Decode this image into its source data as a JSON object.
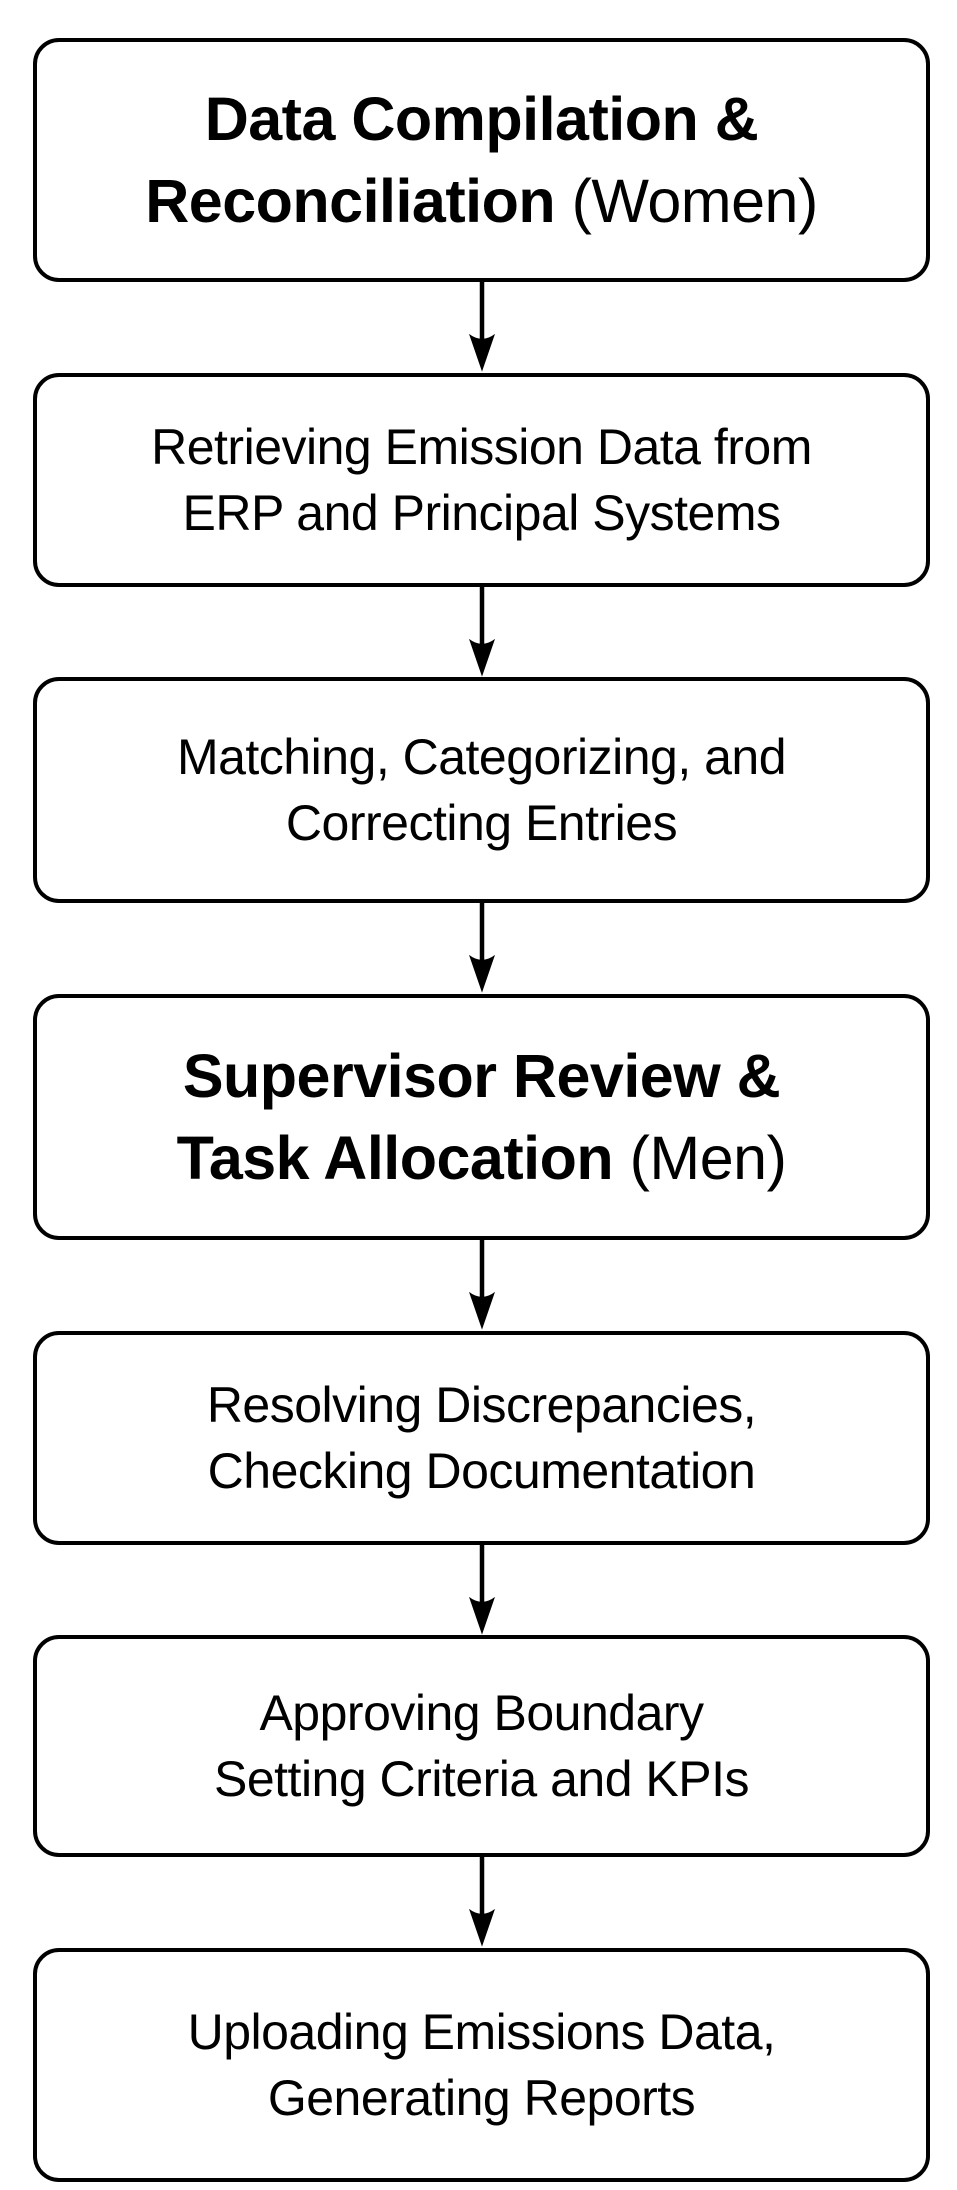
{
  "flowchart": {
    "background_color": "#ffffff",
    "border_color": "#000000",
    "text_color": "#000000",
    "connector_style": "down-arrow",
    "steps": [
      {
        "line1": "Data Compilation &",
        "line2_bold": "Reconciliation",
        "line2_suffix": " (Women)"
      },
      {
        "line1": "Retrieving Emission Data from",
        "line2": "ERP and Principal Systems"
      },
      {
        "line1": "Matching, Categorizing, and",
        "line2": "Correcting Entries"
      },
      {
        "line1": "Supervisor Review &",
        "line2_bold": "Task Allocation",
        "line2_suffix": " (Men)"
      },
      {
        "line1": "Resolving Discrepancies,",
        "line2": "Checking Documentation"
      },
      {
        "line1": "Approving Boundary",
        "line2": "Setting Criteria and KPIs"
      },
      {
        "line1": "Uploading Emissions Data,",
        "line2": "Generating Reports"
      }
    ]
  }
}
